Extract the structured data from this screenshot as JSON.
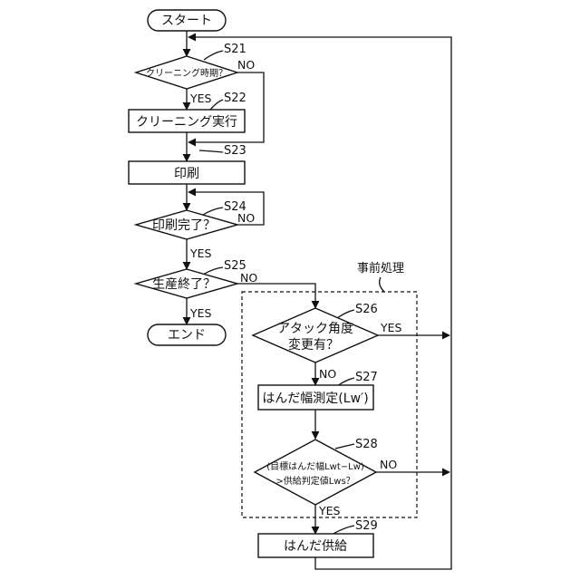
{
  "flowchart": {
    "start": "スタート",
    "end": "エンド",
    "pre_process_label": "事前処理",
    "yes": "YES",
    "no": "NO",
    "steps": {
      "s21": {
        "id": "S21",
        "label": "クリーニング時期？"
      },
      "s22": {
        "id": "S22",
        "label": "クリーニング実行"
      },
      "s23": {
        "id": "S23",
        "label": "印刷"
      },
      "s24": {
        "id": "S24",
        "label": "印刷完了？"
      },
      "s25": {
        "id": "S25",
        "label": "生産終了？"
      },
      "s26": {
        "id": "S26",
        "line1": "アタック角度",
        "line2": "変更有？"
      },
      "s27": {
        "id": "S27",
        "label": "はんだ幅測定(Lw′)"
      },
      "s28": {
        "id": "S28",
        "line1": "(目標はんだ幅Lwt−Lw)",
        "line2": ">供給判定値Lws？"
      },
      "s29": {
        "id": "S29",
        "label": "はんだ供給"
      }
    }
  }
}
